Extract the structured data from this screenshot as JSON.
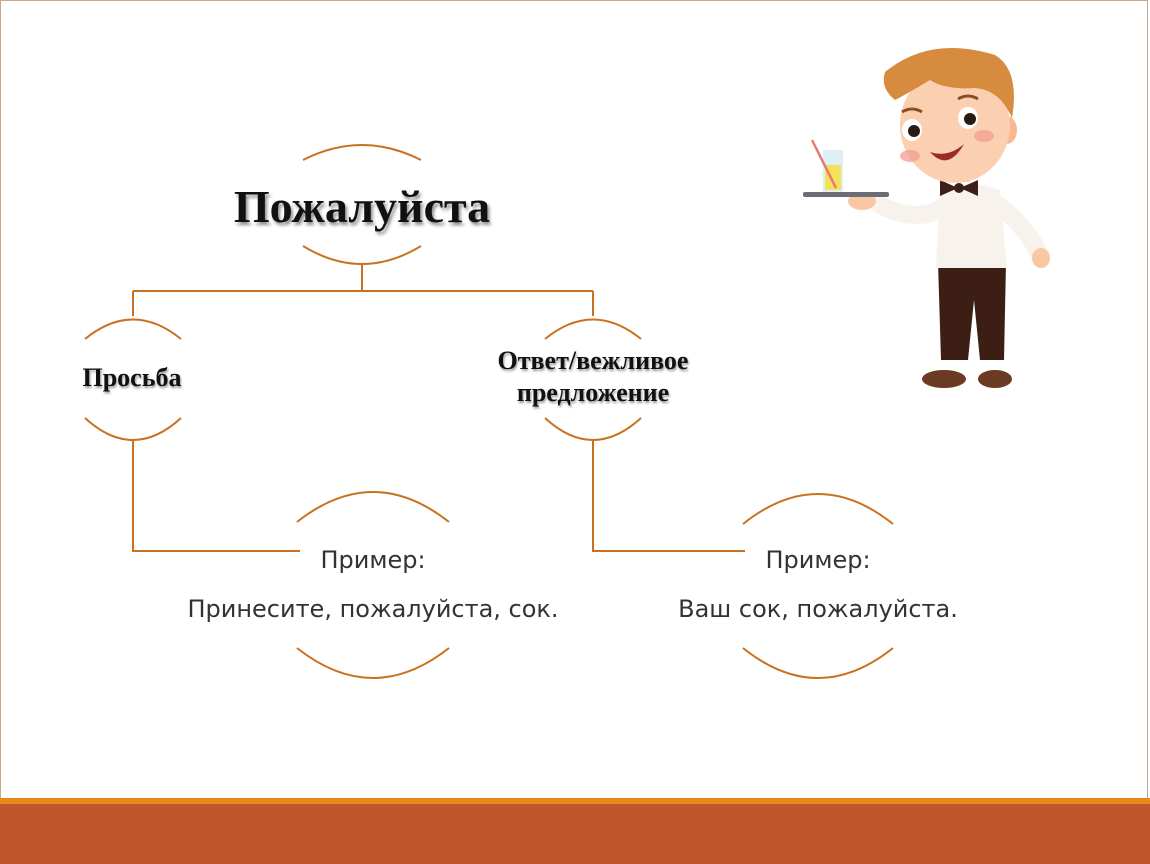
{
  "colors": {
    "connector": "#c9711f",
    "footer_bar": "#c0562b",
    "footer_line": "#e58a16",
    "frame": "#c9a98a"
  },
  "diagram": {
    "root": {
      "label": "Пожалуйста"
    },
    "left": {
      "label": "Просьба",
      "example_heading": "Пример:",
      "example_text": "Принесите, пожалуйста, сок."
    },
    "right": {
      "label": "Ответ/вежливое предложение",
      "example_heading": "Пример:",
      "example_text": "Ваш сок, пожалуйста."
    }
  },
  "illustration": {
    "icon": "waiter-with-juice-tray-icon"
  }
}
